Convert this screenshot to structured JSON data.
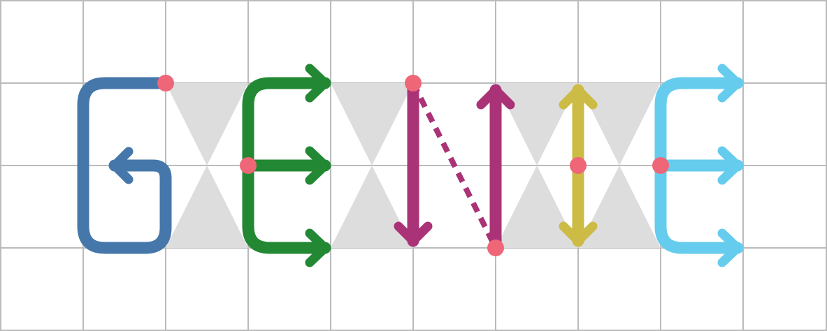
{
  "logo": {
    "letters": [
      {
        "char": "G",
        "color": "#4677aa"
      },
      {
        "char": "E",
        "color": "#228833"
      },
      {
        "char": "N",
        "color": "#aa3377"
      },
      {
        "char": "M",
        "color": "#ccbb44"
      },
      {
        "char": "E",
        "color": "#66ccee"
      }
    ],
    "colors": {
      "grid": "#bbbbbb",
      "connector": "#dddddd",
      "anchor_dot": "#ee6677",
      "background": "#ffffff"
    }
  }
}
